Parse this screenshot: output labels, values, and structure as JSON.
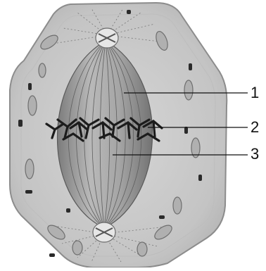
{
  "labels": {
    "one": "1",
    "two": "2",
    "three": "3"
  },
  "colors": {
    "cell_fill": "#c8c8c8",
    "cell_outline": "#8c8c8c",
    "spindle_fill": "#9a9a9a",
    "chromosome": "#1c1c1c",
    "leader_line": "#111111"
  }
}
